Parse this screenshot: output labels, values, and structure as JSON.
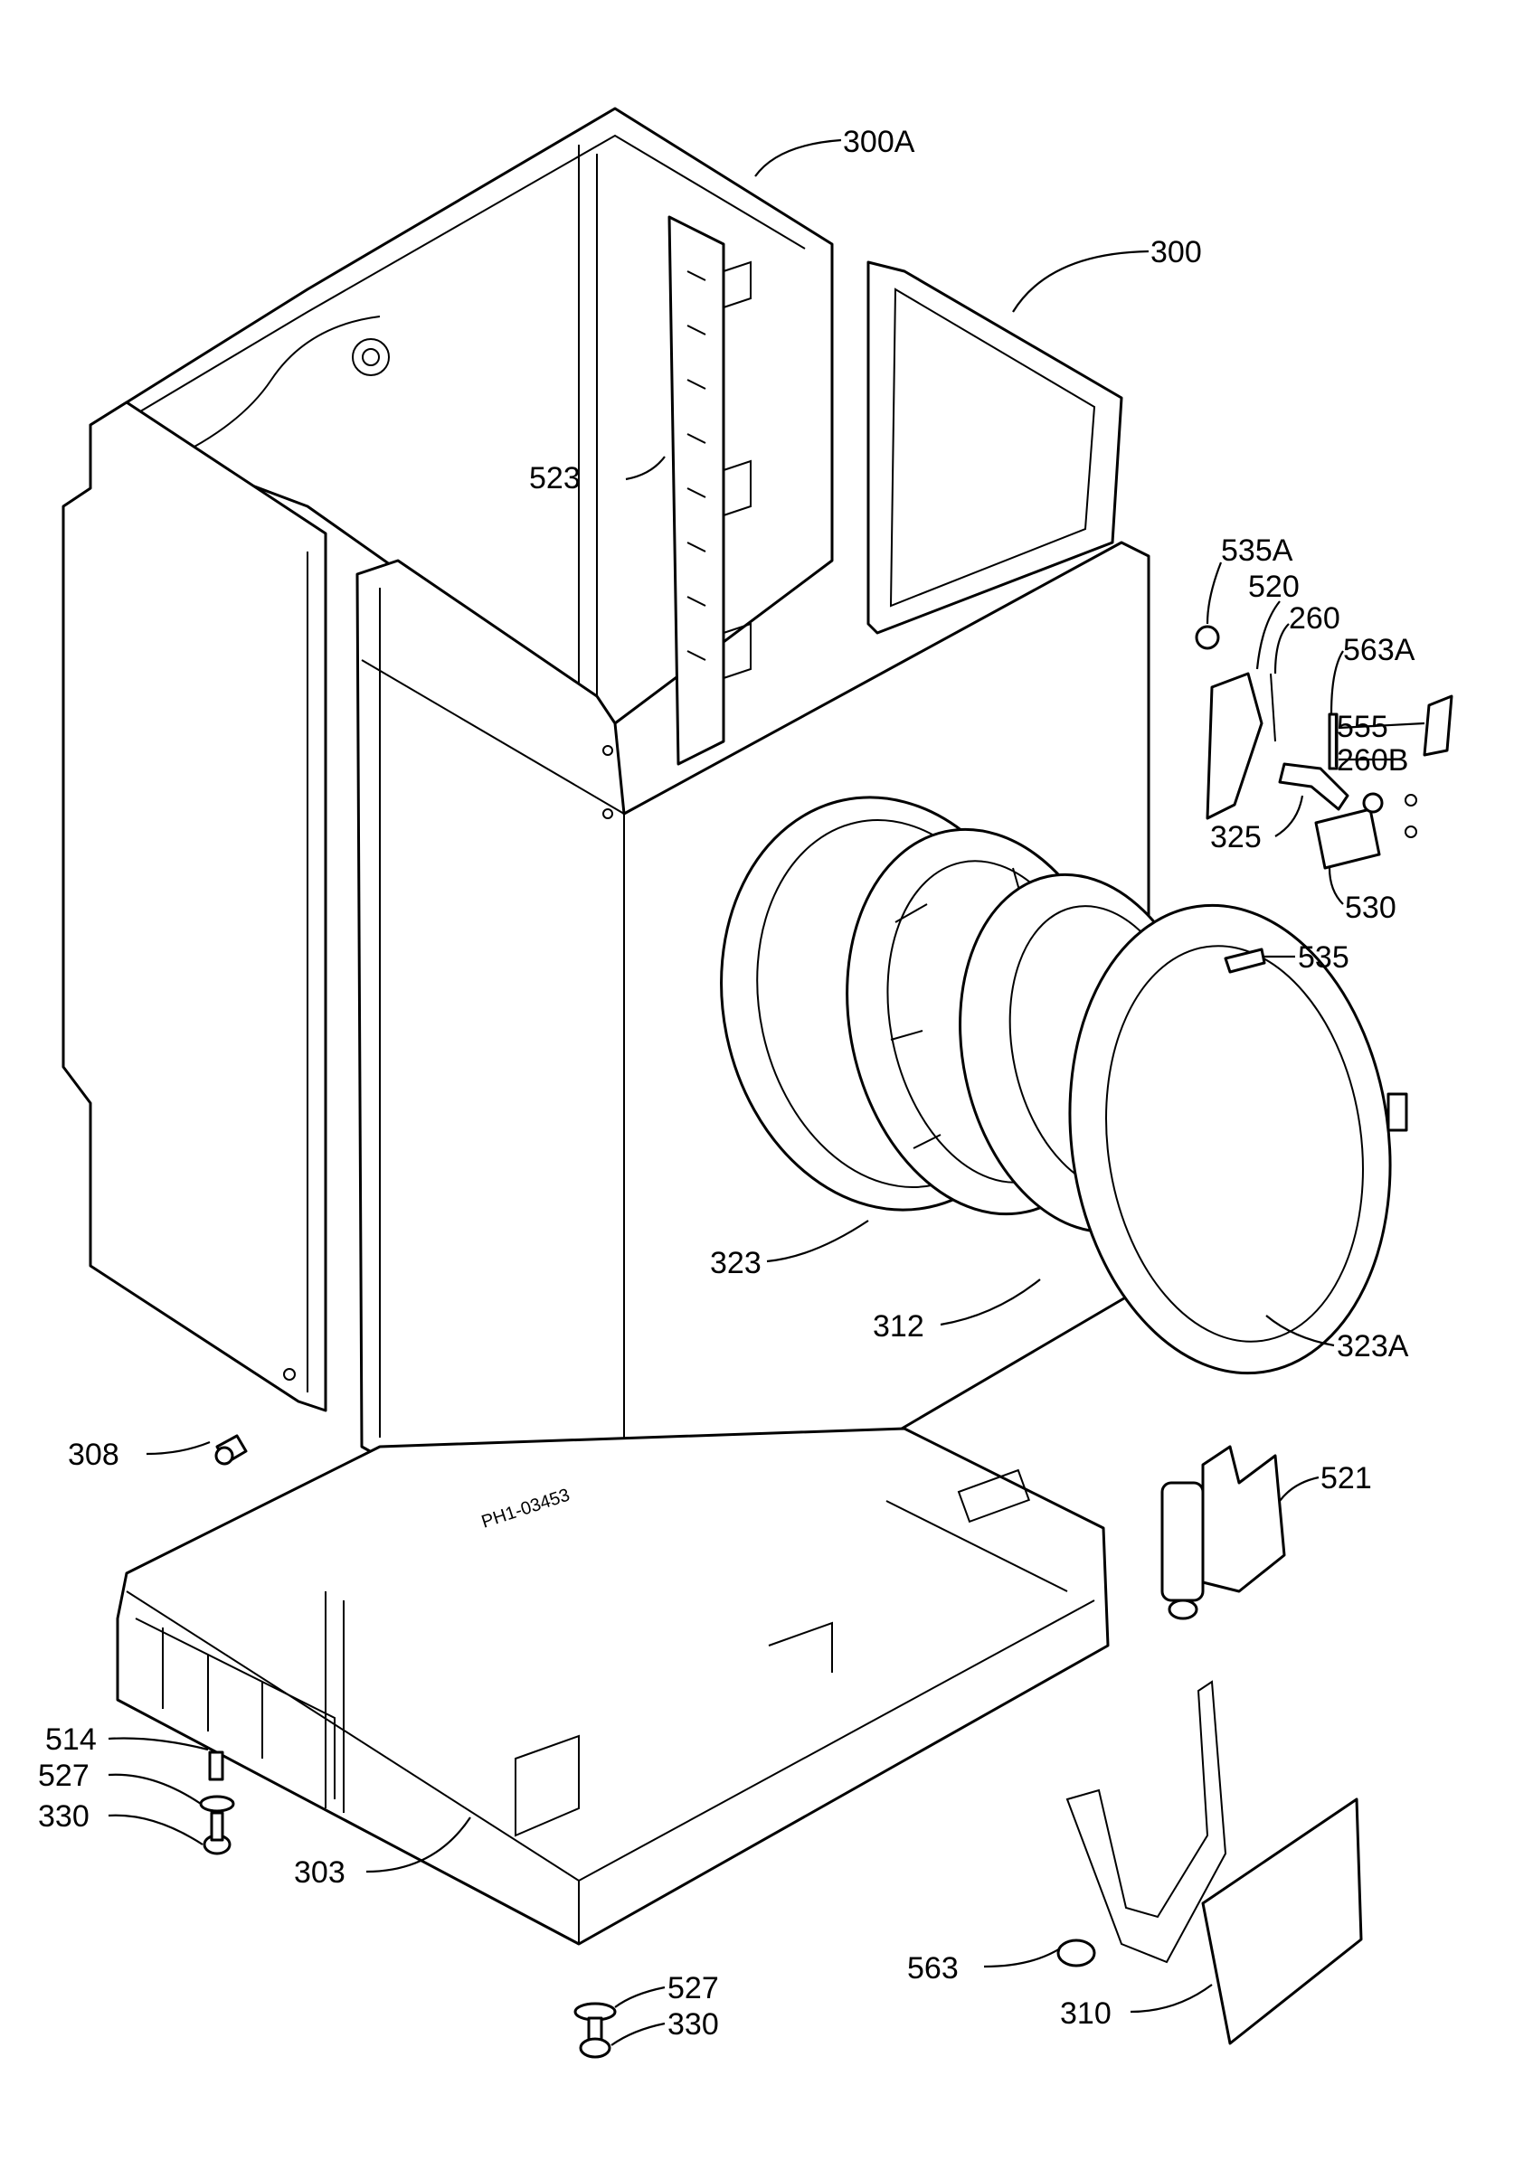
{
  "stamp_text": "PH1-03453",
  "colors": {
    "line": "#000000",
    "background": "#ffffff"
  },
  "callouts": [
    {
      "id": "c-300A",
      "label": "300A"
    },
    {
      "id": "c-300",
      "label": "300"
    },
    {
      "id": "c-523",
      "label": "523"
    },
    {
      "id": "c-535A",
      "label": "535A"
    },
    {
      "id": "c-520",
      "label": "520"
    },
    {
      "id": "c-260",
      "label": "260"
    },
    {
      "id": "c-563A",
      "label": "563A"
    },
    {
      "id": "c-555",
      "label": "555"
    },
    {
      "id": "c-260B",
      "label": "260B"
    },
    {
      "id": "c-325",
      "label": "325"
    },
    {
      "id": "c-530",
      "label": "530"
    },
    {
      "id": "c-535",
      "label": "535"
    },
    {
      "id": "c-323",
      "label": "323"
    },
    {
      "id": "c-312",
      "label": "312"
    },
    {
      "id": "c-323A",
      "label": "323A"
    },
    {
      "id": "c-521",
      "label": "521"
    },
    {
      "id": "c-308",
      "label": "308"
    },
    {
      "id": "c-514",
      "label": "514"
    },
    {
      "id": "c-527a",
      "label": "527"
    },
    {
      "id": "c-330a",
      "label": "330"
    },
    {
      "id": "c-303",
      "label": "303"
    },
    {
      "id": "c-527b",
      "label": "527"
    },
    {
      "id": "c-330b",
      "label": "330"
    },
    {
      "id": "c-563",
      "label": "563"
    },
    {
      "id": "c-310",
      "label": "310"
    }
  ]
}
